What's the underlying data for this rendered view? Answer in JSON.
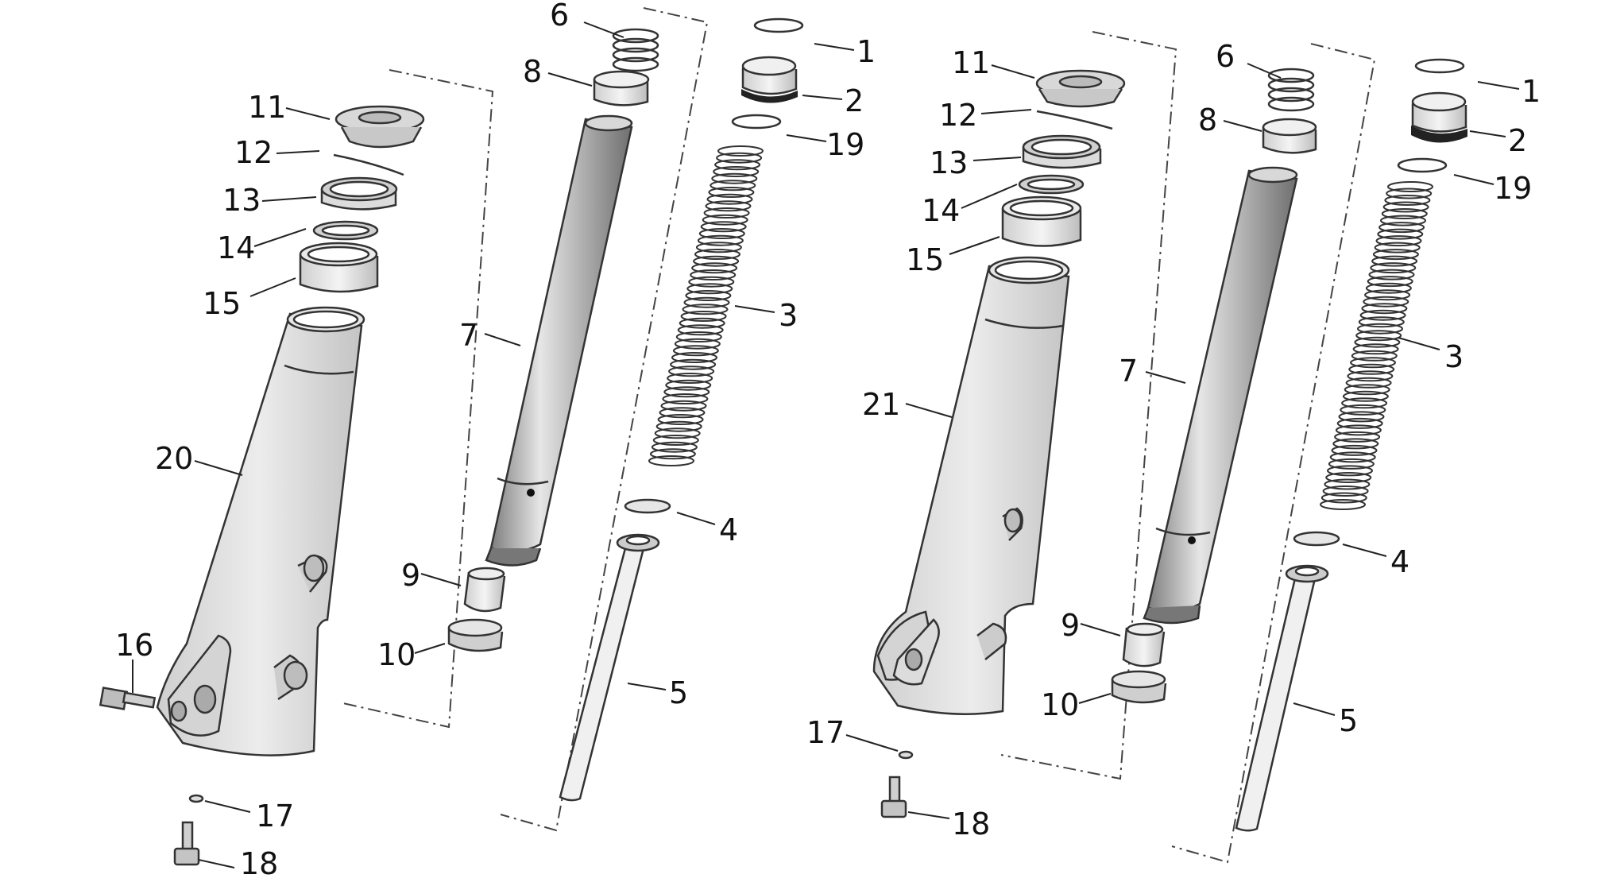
{
  "colors": {
    "body_light": "#e3e3e3",
    "body_mid": "#c9c9c9",
    "tube_dark": "#8f8f8f",
    "tube_light": "#e8e8e8",
    "outline": "#333333",
    "text": "#111111"
  },
  "left_assembly": {
    "labels": [
      {
        "id": "p1",
        "text": "1"
      },
      {
        "id": "p2",
        "text": "2"
      },
      {
        "id": "p3",
        "text": "3"
      },
      {
        "id": "p4",
        "text": "4"
      },
      {
        "id": "p5",
        "text": "5"
      },
      {
        "id": "p6",
        "text": "6"
      },
      {
        "id": "p7",
        "text": "7"
      },
      {
        "id": "p8",
        "text": "8"
      },
      {
        "id": "p9",
        "text": "9"
      },
      {
        "id": "p10",
        "text": "10"
      },
      {
        "id": "p11",
        "text": "11"
      },
      {
        "id": "p12",
        "text": "12"
      },
      {
        "id": "p13",
        "text": "13"
      },
      {
        "id": "p14",
        "text": "14"
      },
      {
        "id": "p15",
        "text": "15"
      },
      {
        "id": "p16",
        "text": "16"
      },
      {
        "id": "p17",
        "text": "17"
      },
      {
        "id": "p18",
        "text": "18"
      },
      {
        "id": "p19",
        "text": "19"
      },
      {
        "id": "p20",
        "text": "20"
      }
    ]
  },
  "right_assembly": {
    "labels": [
      {
        "id": "p1",
        "text": "1"
      },
      {
        "id": "p2",
        "text": "2"
      },
      {
        "id": "p3",
        "text": "3"
      },
      {
        "id": "p4",
        "text": "4"
      },
      {
        "id": "p5",
        "text": "5"
      },
      {
        "id": "p6",
        "text": "6"
      },
      {
        "id": "p7",
        "text": "7"
      },
      {
        "id": "p8",
        "text": "8"
      },
      {
        "id": "p9",
        "text": "9"
      },
      {
        "id": "p10",
        "text": "10"
      },
      {
        "id": "p11",
        "text": "11"
      },
      {
        "id": "p12",
        "text": "12"
      },
      {
        "id": "p13",
        "text": "13"
      },
      {
        "id": "p14",
        "text": "14"
      },
      {
        "id": "p15",
        "text": "15"
      },
      {
        "id": "p17",
        "text": "17"
      },
      {
        "id": "p18",
        "text": "18"
      },
      {
        "id": "p19",
        "text": "19"
      },
      {
        "id": "p21",
        "text": "21"
      }
    ]
  }
}
